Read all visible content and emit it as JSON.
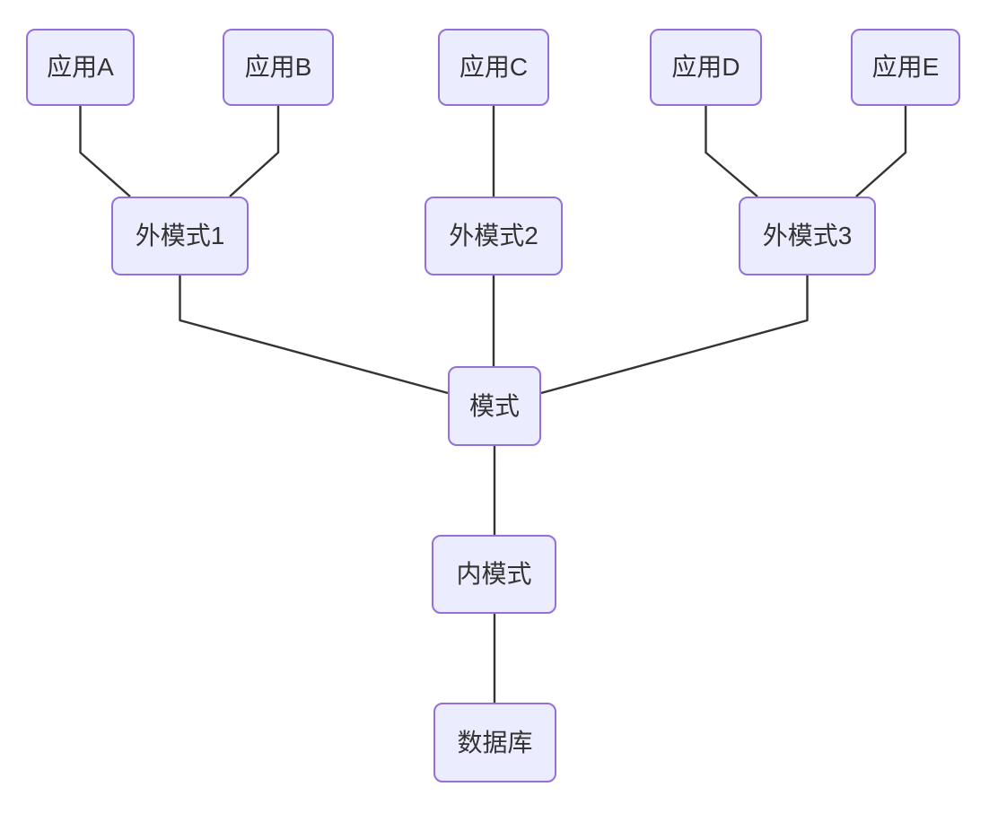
{
  "diagram": {
    "type": "flowchart",
    "direction": "top-down",
    "colors": {
      "background": "#ffffff",
      "node_fill": "#ECECFF",
      "node_border": "#9370DB",
      "edge_stroke": "#333333",
      "text": "#333333"
    },
    "nodes": [
      {
        "id": "app-a",
        "label": "应用A"
      },
      {
        "id": "app-b",
        "label": "应用B"
      },
      {
        "id": "app-c",
        "label": "应用C"
      },
      {
        "id": "app-d",
        "label": "应用D"
      },
      {
        "id": "app-e",
        "label": "应用E"
      },
      {
        "id": "ext-1",
        "label": "外模式1"
      },
      {
        "id": "ext-2",
        "label": "外模式2"
      },
      {
        "id": "ext-3",
        "label": "外模式3"
      },
      {
        "id": "schema",
        "label": "模式"
      },
      {
        "id": "internal",
        "label": "内模式"
      },
      {
        "id": "database",
        "label": "数据库"
      }
    ],
    "edges": [
      {
        "from": "应用A",
        "to": "外模式1"
      },
      {
        "from": "应用B",
        "to": "外模式1"
      },
      {
        "from": "应用C",
        "to": "外模式2"
      },
      {
        "from": "应用D",
        "to": "外模式3"
      },
      {
        "from": "应用E",
        "to": "外模式3"
      },
      {
        "from": "外模式1",
        "to": "模式"
      },
      {
        "from": "外模式2",
        "to": "模式"
      },
      {
        "from": "外模式3",
        "to": "模式"
      },
      {
        "from": "模式",
        "to": "内模式"
      },
      {
        "from": "内模式",
        "to": "数据库"
      }
    ]
  }
}
